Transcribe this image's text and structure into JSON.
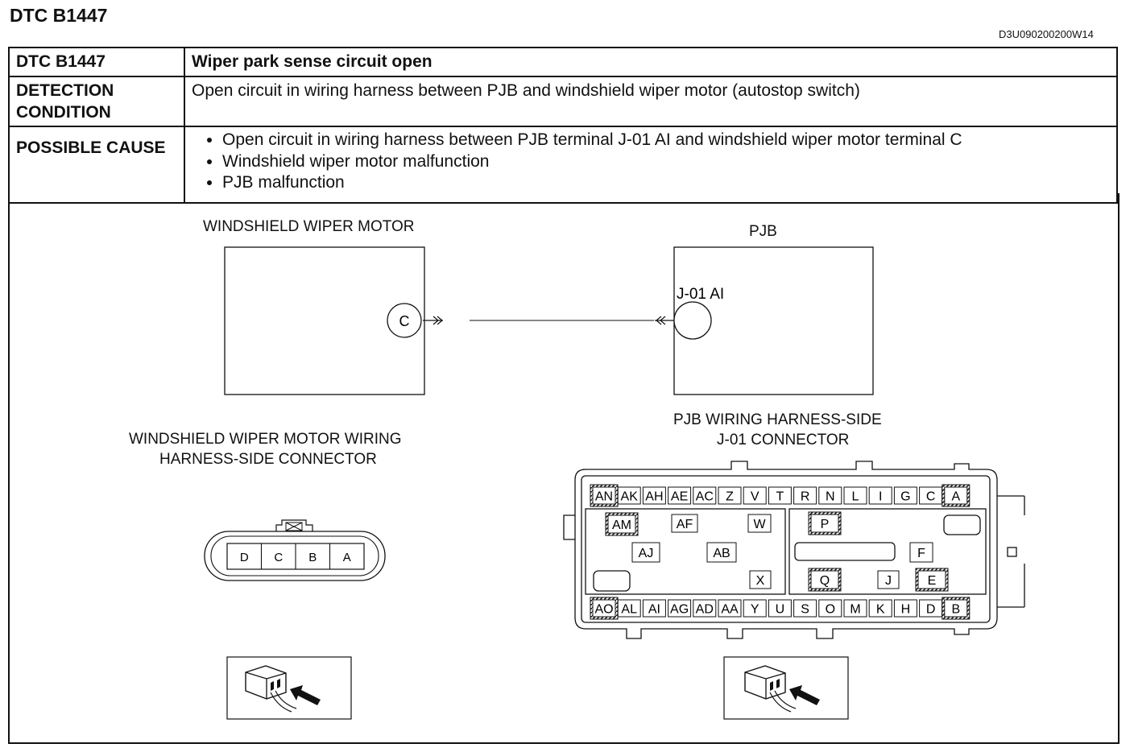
{
  "header": {
    "title": "DTC B1447",
    "doc_code": "D3U090200200W14"
  },
  "table": {
    "rows": [
      {
        "label": "DTC B1447",
        "value": "Wiper park sense circuit open"
      },
      {
        "label": "DETECTION CONDITION",
        "value": "Open circuit in wiring harness between PJB and windshield wiper motor (autostop switch)"
      },
      {
        "label": "POSSIBLE CAUSE",
        "items": [
          "Open circuit in wiring harness between PJB terminal J-01 AI and windshield wiper motor terminal C",
          "Windshield wiper motor malfunction",
          "PJB malfunction"
        ]
      }
    ]
  },
  "diagram": {
    "wiper_motor_label": "WINDSHIELD WIPER MOTOR",
    "wiper_terminal": "C",
    "pjb_label": "PJB",
    "pjb_terminal": "J-01 AI",
    "wiper_connector_title_1": "WINDSHIELD WIPER MOTOR WIRING",
    "wiper_connector_title_2": "HARNESS-SIDE CONNECTOR",
    "pjb_connector_title_1": "PJB WIRING HARNESS-SIDE",
    "pjb_connector_title_2": "J-01 CONNECTOR",
    "wiper_pins": [
      "D",
      "C",
      "B",
      "A"
    ],
    "pjb_top_row": [
      "AN",
      "AK",
      "AH",
      "AE",
      "AC",
      "Z",
      "V",
      "T",
      "R",
      "N",
      "L",
      "I",
      "G",
      "C",
      "A"
    ],
    "pjb_bottom_row": [
      "AO",
      "AL",
      "AI",
      "AG",
      "AD",
      "AA",
      "Y",
      "U",
      "S",
      "O",
      "M",
      "K",
      "H",
      "D",
      "B"
    ],
    "pjb_middle": [
      {
        "pin": "AM"
      },
      {
        "pin": "AF"
      },
      {
        "pin": "W"
      },
      {
        "pin": "P"
      },
      {
        "pin": "AJ"
      },
      {
        "pin": "AB"
      },
      {
        "pin": "F"
      },
      {
        "pin": "X"
      },
      {
        "pin": "Q"
      },
      {
        "pin": "J"
      },
      {
        "pin": "E"
      }
    ]
  }
}
